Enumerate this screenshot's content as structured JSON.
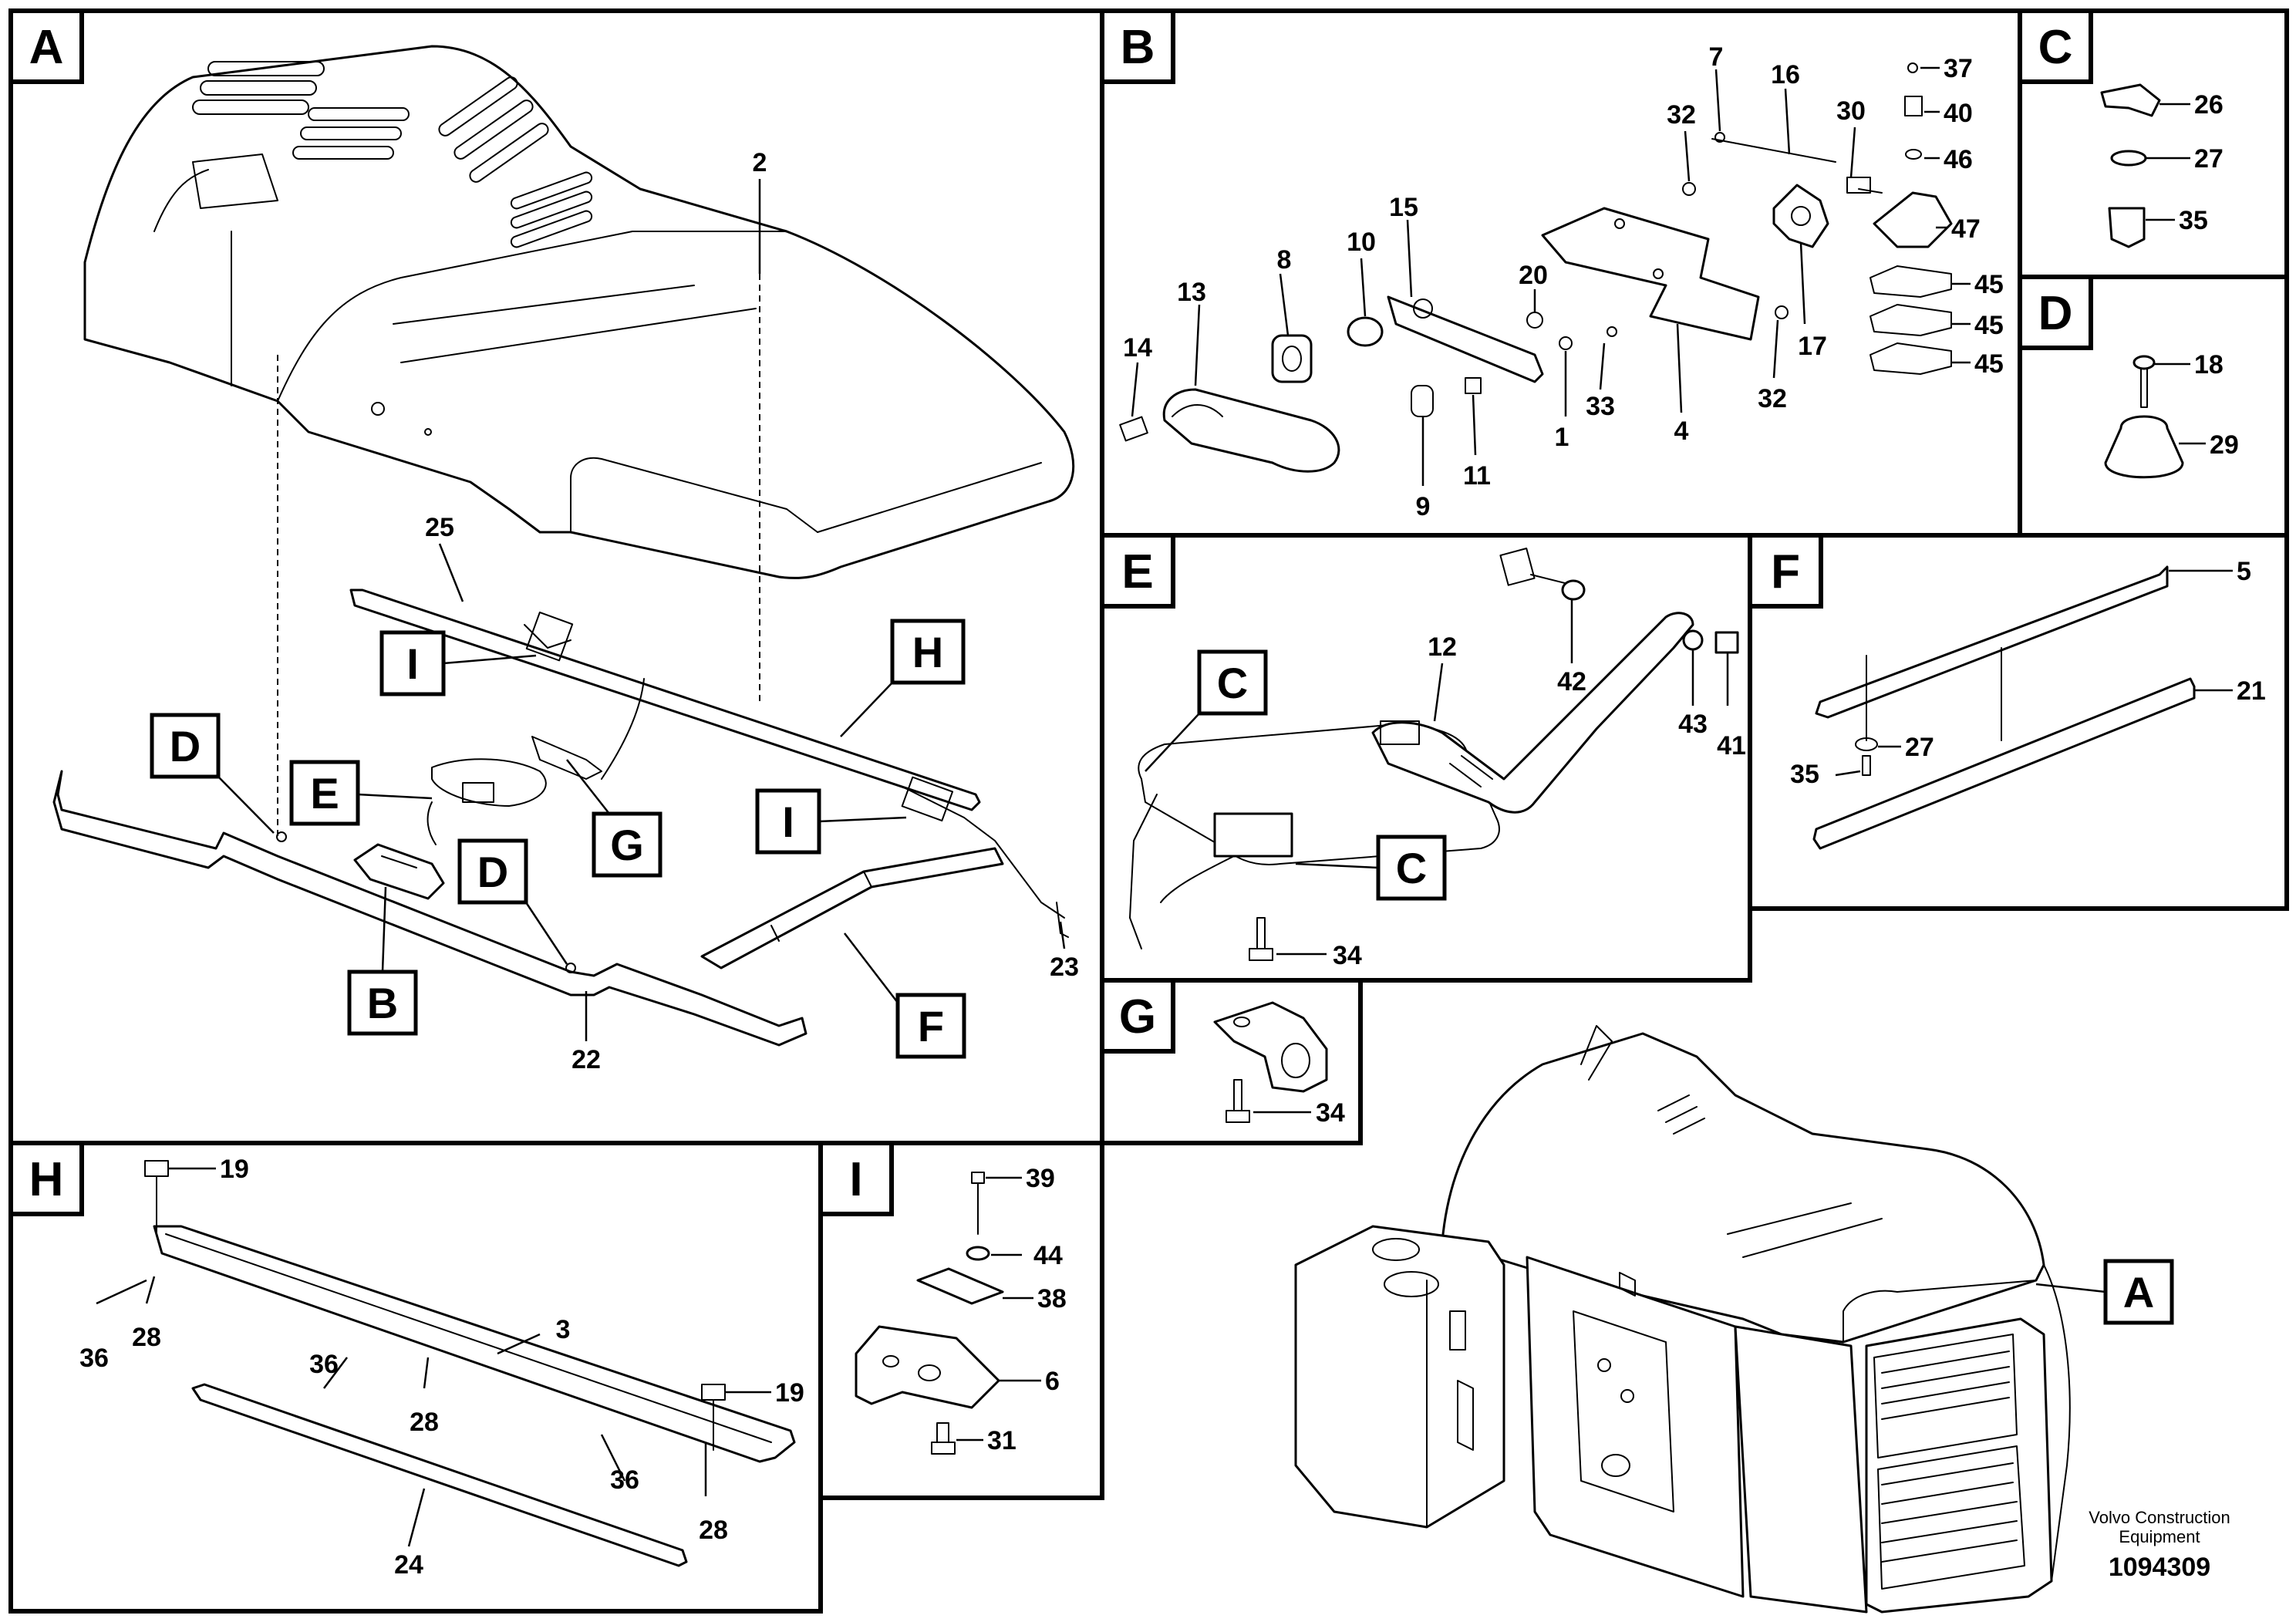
{
  "sections": {
    "A": "A",
    "B": "B",
    "C": "C",
    "D": "D",
    "E": "E",
    "F": "F",
    "G": "G",
    "H": "H",
    "I": "I"
  },
  "callouts": {
    "I": "I",
    "H": "H",
    "D": "D",
    "E": "E",
    "G": "G",
    "B": "B",
    "F": "F",
    "C": "C",
    "A": "A"
  },
  "part_numbers": {
    "a": [
      "2",
      "25",
      "23",
      "22"
    ],
    "b": [
      "7",
      "16",
      "37",
      "32",
      "30",
      "40",
      "46",
      "47",
      "45",
      "45",
      "45",
      "15",
      "8",
      "10",
      "13",
      "20",
      "17",
      "14",
      "33",
      "32",
      "1",
      "4",
      "11",
      "9"
    ],
    "c": [
      "26",
      "27",
      "35"
    ],
    "d": [
      "18",
      "29"
    ],
    "e": [
      "12",
      "42",
      "43",
      "41",
      "34"
    ],
    "f": [
      "5",
      "21",
      "27",
      "35"
    ],
    "g": [
      "34"
    ],
    "h": [
      "19",
      "28",
      "36",
      "3",
      "36",
      "28",
      "19",
      "36",
      "28",
      "24"
    ],
    "i": [
      "39",
      "44",
      "38",
      "6",
      "31"
    ]
  },
  "brand": {
    "line1": "Volvo Construction",
    "line2": "Equipment",
    "doc_number": "1094309"
  }
}
